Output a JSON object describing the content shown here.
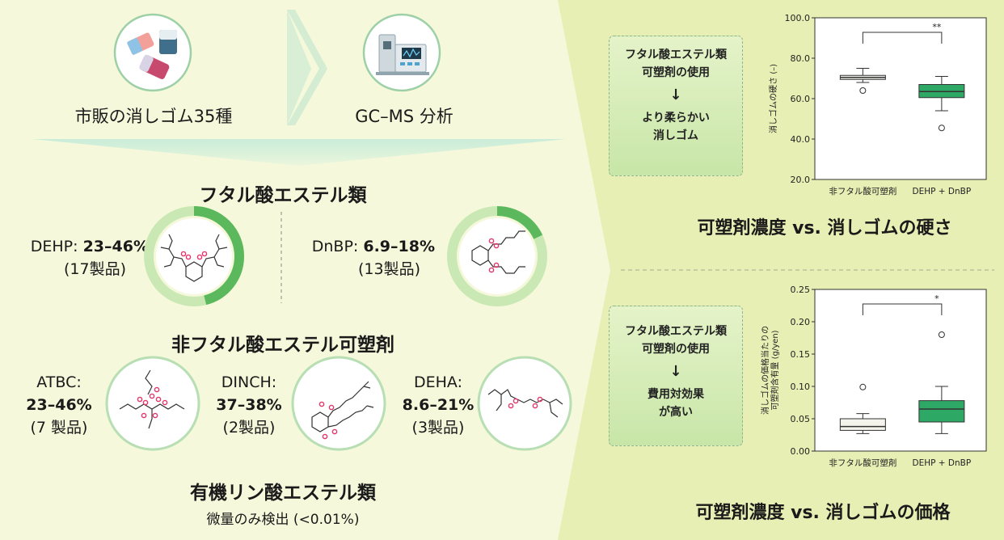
{
  "top": {
    "eraser_caption": "市販の消しゴム35種",
    "gcms_caption": "GC–MS 分析"
  },
  "phthalates": {
    "title": "フタル酸エステル類",
    "dehp": {
      "name": "DEHP:",
      "range": "23–46%",
      "count": "(17製品)",
      "ring_fraction": 0.46
    },
    "dnbp": {
      "name": "DnBP:",
      "range": "6.9–18%",
      "count": "(13製品)",
      "ring_fraction": 0.18
    }
  },
  "non_phthalates": {
    "title": "非フタル酸エステル可塑剤",
    "atbc": {
      "name": "ATBC:",
      "range": "23–46%",
      "count": "(7 製品)"
    },
    "dinch": {
      "name": "DINCH:",
      "range": "37–38%",
      "count": "(2製品)"
    },
    "deha": {
      "name": "DEHA:",
      "range": "8.6–21%",
      "count": "(3製品)"
    }
  },
  "organophosphates": {
    "title": "有機リン酸エステル類",
    "note": "微量のみ検出 (<0.01%)"
  },
  "panel_top": {
    "box_line1": "フタル酸エステル類",
    "box_line2": "可塑剤の使用",
    "arrow": "↓",
    "box_line3": "より柔らかい",
    "box_line4": "消しゴム",
    "title": "可塑剤濃度 vs. 消しゴムの硬さ"
  },
  "panel_bottom": {
    "box_line1": "フタル酸エステル類",
    "box_line2": "可塑剤の使用",
    "arrow": "↓",
    "box_line3": "費用対効果",
    "box_line4": "が高い",
    "title": "可塑剤濃度 vs. 消しゴムの価格"
  },
  "colors": {
    "green": "#2ea865",
    "ring_light": "#c9e8b4",
    "pink": "#e8366b"
  },
  "chart_data": [
    {
      "type": "box",
      "ylabel": "消しゴムの硬さ (–)",
      "ylim": [
        20,
        100
      ],
      "yticks": [
        "20.0",
        "40.0",
        "60.0",
        "80.0",
        "100.0"
      ],
      "categories": [
        "非フタル酸可塑剤",
        "DEHP + DnBP"
      ],
      "boxes": [
        {
          "min": 68,
          "q1": 69.5,
          "median": 70.5,
          "q3": 71.5,
          "max": 75,
          "outliers": [
            64
          ]
        },
        {
          "min": 54,
          "q1": 60.5,
          "median": 63.5,
          "q3": 67,
          "max": 71,
          "outliers": [
            45.5
          ]
        }
      ],
      "significance": "**"
    },
    {
      "type": "box",
      "ylabel": "消しゴムの価格当たりの可塑剤含有量 (g/yen)",
      "ylim": [
        0,
        0.25
      ],
      "yticks": [
        "0.00",
        "0.05",
        "0.10",
        "0.15",
        "0.20",
        "0.25"
      ],
      "categories": [
        "非フタル酸可塑剤",
        "DEHP + DnBP"
      ],
      "boxes": [
        {
          "min": 0.027,
          "q1": 0.032,
          "median": 0.038,
          "q3": 0.05,
          "max": 0.058,
          "outliers": [
            0.099
          ]
        },
        {
          "min": 0.027,
          "q1": 0.045,
          "median": 0.065,
          "q3": 0.078,
          "max": 0.1,
          "outliers": [
            0.18
          ]
        }
      ],
      "significance": "*"
    }
  ]
}
